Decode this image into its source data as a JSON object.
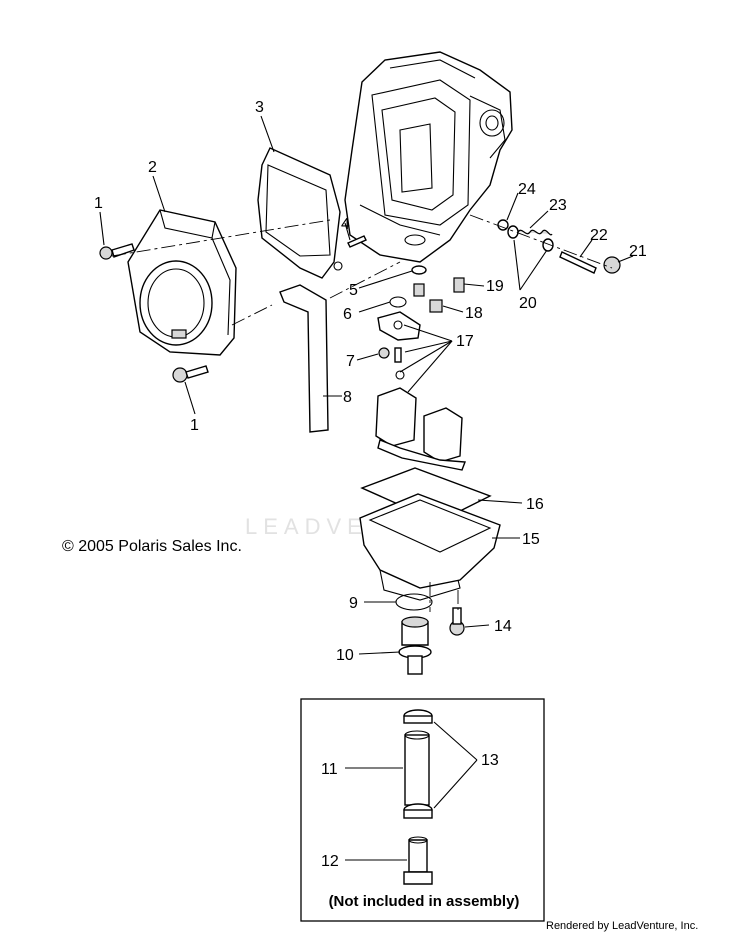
{
  "callouts": [
    "1",
    "2",
    "3",
    "4",
    "5",
    "6",
    "7",
    "8",
    "9",
    "10",
    "11",
    "12",
    "13",
    "14",
    "15",
    "16",
    "17",
    "18",
    "19",
    "20",
    "21",
    "22",
    "23",
    "24"
  ],
  "copyright": "© 2005 Polaris Sales Inc.",
  "note": "(Not included in assembly)",
  "rendered_by": "Rendered by LeadVenture, Inc.",
  "watermark": "LEADVENTURE"
}
